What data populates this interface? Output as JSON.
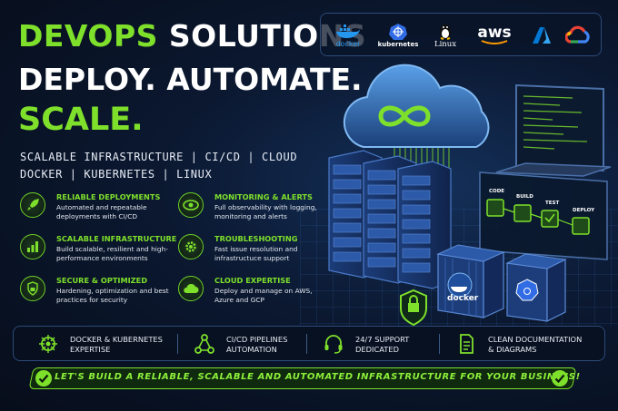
{
  "headline": {
    "line1_accent": "DEVOPS",
    "line1_rest": "SOLUTIONS",
    "line2": "DEPLOY. AUTOMATE.",
    "line3": "SCALE."
  },
  "tagline": {
    "line1": "SCALABLE INFRASTRUCTURE | CI/CD | CLOUD",
    "line2": "DOCKER | KUBERNETES | LINUX"
  },
  "features": [
    {
      "title": "RELIABLE DEPLOYMENTS",
      "desc": "Automated and repeatable deployments with CI/CD",
      "icon": "rocket-icon"
    },
    {
      "title": "MONITORING & ALERTS",
      "desc": "Full observability with logging, monitoring and alerts",
      "icon": "eye-icon"
    },
    {
      "title": "SCALABLE INFRASTRUCTURE",
      "desc": "Build scalable, resilient and high-performance environments",
      "icon": "bar-chart-icon"
    },
    {
      "title": "TROUBLESHOOTING",
      "desc": "Fast issue resolution and infrastructucе support",
      "icon": "gear-icon"
    },
    {
      "title": "SECURE & OPTIMIZED",
      "desc": "Hardening, optimization and best practices for security",
      "icon": "lock-shield-icon"
    },
    {
      "title": "CLOUD EXPERTISE",
      "desc": "Deploy and manage on AWS, Azure and GCP",
      "icon": "cloud-icon"
    }
  ],
  "logos": [
    "docker",
    "kubernetes",
    "Linux",
    "aws"
  ],
  "pipeline": [
    "CODE",
    "BUILD",
    "TEST",
    "DEPLOY"
  ],
  "container_labels": [
    "docker"
  ],
  "bottom_bar": [
    {
      "line1": "DOCKER & KUBERNETES",
      "line2": "EXPERTISE",
      "icon": "helm-wheel-icon"
    },
    {
      "line1": "CI/CD PIPELINES",
      "line2": "AUTOMATION",
      "icon": "network-nodes-icon"
    },
    {
      "line1": "24/7 SUPPORT",
      "line2": "DEDICATED",
      "icon": "headset-icon"
    },
    {
      "line1": "CLEAN DOCUMENTATION",
      "line2": "& DIAGRAMS",
      "icon": "document-icon"
    }
  ],
  "banner": "LET'S BUILD A RELIABLE, SCALABLE AND AUTOMATED INFRASTRUCTURE FOR YOUR BUSINESS!",
  "colors": {
    "accent": "#7ee02b",
    "background": "#0a1020",
    "panel_border": "#2d4a78",
    "server_blue": "#1c3d7a"
  }
}
